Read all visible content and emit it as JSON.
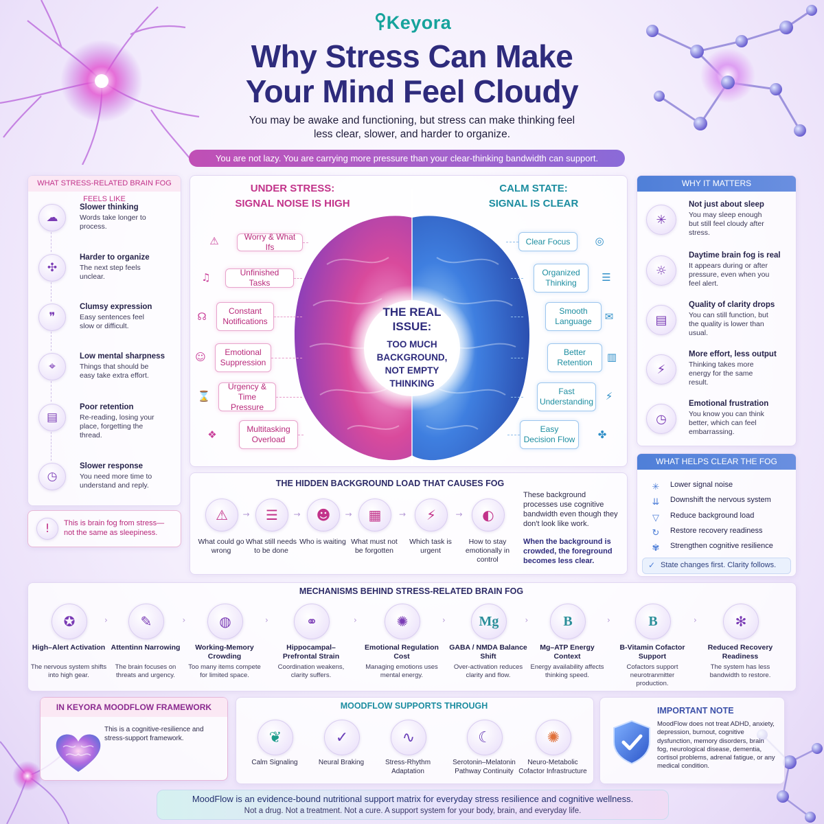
{
  "brand": {
    "name": "Keyora"
  },
  "header": {
    "title_line1": "Why Stress Can Make",
    "title_line2": "Your Mind Feel Cloudy",
    "subtitle_line1": "You may be awake and functioning, but stress can make thinking feel",
    "subtitle_line2": "less clear, slower, and harder to organize.",
    "banner": "You are not lazy. You are carrying more pressure than your clear-thinking bandwidth can support."
  },
  "feels_like": {
    "heading": "WHAT STRESS-RELATED BRAIN FOG FEELS LIKE",
    "items": [
      {
        "title": "Slower thinking",
        "desc": "Words take longer to process.",
        "icon": "cloud-icon"
      },
      {
        "title": "Harder to organize",
        "desc": "The next step feels unclear.",
        "icon": "puzzle-icon"
      },
      {
        "title": "Clumsy expression",
        "desc": "Easy sentences feel slow or difficult.",
        "icon": "speech-bubble-icon"
      },
      {
        "title": "Low mental sharpness",
        "desc": "Things that should be easy take extra effort.",
        "icon": "target-icon"
      },
      {
        "title": "Poor retention",
        "desc": "Re-reading, losing your place, forgetting the thread.",
        "icon": "book-icon"
      },
      {
        "title": "Slower response",
        "desc": "You need more time to understand and reply.",
        "icon": "clock-icon"
      }
    ],
    "note": "This is brain fog from stress— not the same as sleepiness."
  },
  "brain": {
    "stress_heading_line1": "UNDER STRESS:",
    "stress_heading_line2": "SIGNAL NOISE IS HIGH",
    "calm_heading_line1": "CALM STATE:",
    "calm_heading_line2": "SIGNAL IS CLEAR",
    "stress_items": [
      {
        "label": "Worry & What Ifs",
        "icon": "warning-icon"
      },
      {
        "label": "Unfinished Tasks",
        "icon": "bell-icon"
      },
      {
        "label": "Constant Notifications",
        "icon": "notification-icon"
      },
      {
        "label": "Emotional Suppression",
        "icon": "mask-icon"
      },
      {
        "label": "Urgency & Time Pressure",
        "icon": "hourglass-icon"
      },
      {
        "label": "Multitasking Overload",
        "icon": "layers-icon"
      }
    ],
    "calm_items": [
      {
        "label": "Clear Focus",
        "icon": "bullseye-icon"
      },
      {
        "label": "Organized Thinking",
        "icon": "checklist-icon"
      },
      {
        "label": "Smooth Language",
        "icon": "chat-icon"
      },
      {
        "label": "Better Retention",
        "icon": "open-book-icon"
      },
      {
        "label": "Fast Understanding",
        "icon": "lightning-icon"
      },
      {
        "label": "Easy Decision Flow",
        "icon": "branch-icon"
      }
    ],
    "center_line1": "THE REAL",
    "center_line2": "ISSUE:",
    "center_text": "TOO MUCH BACKGROUND, NOT EMPTY THINKING",
    "colors": {
      "stress": "#d94a9c",
      "calm": "#3f7fe0"
    }
  },
  "hidden_load": {
    "title": "THE HIDDEN BACKGROUND LOAD THAT CAUSES FOG",
    "items": [
      {
        "label": "What could go wrong",
        "icon": "warning-icon"
      },
      {
        "label": "What still needs to be done",
        "icon": "checklist-icon"
      },
      {
        "label": "Who is waiting",
        "icon": "people-icon"
      },
      {
        "label": "What must not be forgotten",
        "icon": "calendar-icon"
      },
      {
        "label": "Which task is urgent",
        "icon": "lightning-icon"
      },
      {
        "label": "How to stay emotionally in control",
        "icon": "balance-head-icon"
      }
    ],
    "explanation": "These background processes use cognitive bandwidth even though they don't look like work.",
    "emphasis": "When the background is crowded, the foreground becomes less clear."
  },
  "why_matters": {
    "heading": "WHY IT MATTERS",
    "items": [
      {
        "title": "Not just about sleep",
        "desc": "You may sleep enough but still feel cloudy after stress.",
        "icon": "sparkle-icon"
      },
      {
        "title": "Daytime brain fog is real",
        "desc": "It appears during or after pressure, even when you feel alert.",
        "icon": "sun-head-icon"
      },
      {
        "title": "Quality of clarity drops",
        "desc": "You can still function, but the quality is lower than usual.",
        "icon": "book-icon"
      },
      {
        "title": "More effort, less output",
        "desc": "Thinking takes more energy for the same result.",
        "icon": "lightning-icon"
      },
      {
        "title": "Emotional frustration",
        "desc": "You know you can think better, which can feel embarrassing.",
        "icon": "clock-icon"
      }
    ]
  },
  "helps": {
    "heading": "WHAT HELPS CLEAR THE FOG",
    "items": [
      {
        "label": "Lower signal noise",
        "icon": "sparkle-icon"
      },
      {
        "label": "Downshift the nervous system",
        "icon": "down-arrows-icon"
      },
      {
        "label": "Reduce background load",
        "icon": "filter-icon"
      },
      {
        "label": "Restore recovery readiness",
        "icon": "refresh-icon"
      },
      {
        "label": "Strengthen cognitive resilience",
        "icon": "brain-icon"
      }
    ],
    "footer": "State changes first. Clarity follows."
  },
  "mechanisms": {
    "title": "MECHANISMS BEHIND STRESS-RELATED BRAIN FOG",
    "items": [
      {
        "title": "High–Alert Activation",
        "desc": "The nervous system shifts into high gear.",
        "icon": "alert-head-icon"
      },
      {
        "title": "Attentinn Narrowing",
        "desc": "The brain focuses on threats and urgency.",
        "icon": "pencil-icon"
      },
      {
        "title": "Working-Memory Crowding",
        "desc": "Too many items compete for limited space.",
        "icon": "memory-head-icon"
      },
      {
        "title": "Hippocampal–Prefrontal Strain",
        "desc": "Coordination weakens, clarity suffers.",
        "icon": "connection-icon"
      },
      {
        "title": "Emotional Regulation Cost",
        "desc": "Managing emotions uses mental energy.",
        "icon": "molecule-icon"
      },
      {
        "title": "GABA / NMDA Balance Shift",
        "desc": "Over-activation reduces clarity and flow.",
        "icon": "mg-icon",
        "glyph": "Mg"
      },
      {
        "title": "Mg–ATP Energy Context",
        "desc": "Energy availability affects thinking speed.",
        "icon": "b-letter-icon",
        "glyph": "B"
      },
      {
        "title": "B-Vitamin Cofactor Support",
        "desc": "Cofactors support neurotranmitter production.",
        "icon": "b-shield-icon",
        "glyph": "B"
      },
      {
        "title": "Reduced Recovery Readiness",
        "desc": "The system has less bandwidth to restore.",
        "icon": "network-icon"
      }
    ]
  },
  "framework": {
    "title": "IN KEYORA MOODFLOW FRAMEWORK",
    "text": "This is a cognitive-resilience and stress-support framework."
  },
  "supports": {
    "title": "MOODFLOW SUPPORTS THROUGH",
    "items": [
      {
        "label": "Calm Signaling",
        "icon": "leaf-icon"
      },
      {
        "label": "Neural Braking",
        "icon": "shield-check-icon"
      },
      {
        "label": "Stress-Rhythm Adaptation",
        "icon": "wave-icon"
      },
      {
        "label": "Serotonin–Melatonin Pathway Continuity",
        "icon": "moon-icon"
      },
      {
        "label": "Neuro-Metabolic Cofactor Infrastructure",
        "icon": "hub-icon"
      }
    ]
  },
  "important_note": {
    "title": "IMPORTANT NOTE",
    "text": "MoodFlow does not treat ADHD, anxiety, depression, burnout, cognitive dysfunction, memory disorders, brain fog, neurological disease, dementia, cortisol problems, adrenal fatigue, or any medical condition."
  },
  "footer": {
    "line1": "MoodFlow is an evidence-bound nutritional support matrix for everyday stress resilience and cognitive wellness.",
    "line2": "Not a drug. Not a treatment. Not a cure. A support system for your body, brain, and everyday life."
  },
  "colors": {
    "title": "#2e2b7c",
    "brand": "#16a39c",
    "pink": "#c2338a",
    "teal": "#1c8da0",
    "blue": "#4f7fd8",
    "purple": "#7a3bb5"
  }
}
